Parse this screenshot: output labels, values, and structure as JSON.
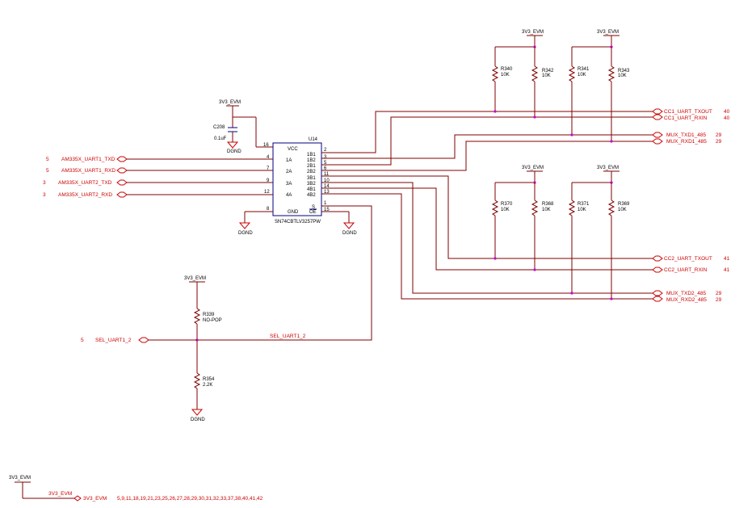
{
  "chip": {
    "ref": "U14",
    "part": "SN74CBTLV3257PW",
    "vcc": "VCC",
    "gnd": "GND",
    "s": "S",
    "oe": "OE",
    "pins_left": [
      {
        "num": "16",
        "name": ""
      },
      {
        "num": "4",
        "name": "1A"
      },
      {
        "num": "7",
        "name": "2A"
      },
      {
        "num": "9",
        "name": "3A"
      },
      {
        "num": "12",
        "name": "4A"
      },
      {
        "num": "8",
        "name": ""
      }
    ],
    "pins_right": [
      {
        "num": "2",
        "name": "1B1"
      },
      {
        "num": "3",
        "name": "1B2"
      },
      {
        "num": "5",
        "name": "2B1"
      },
      {
        "num": "6",
        "name": "2B2"
      },
      {
        "num": "11",
        "name": "3B1"
      },
      {
        "num": "10",
        "name": "3B2"
      },
      {
        "num": "14",
        "name": "4B1"
      },
      {
        "num": "13",
        "name": "4B2"
      },
      {
        "num": "1",
        "name": ""
      },
      {
        "num": "15",
        "name": ""
      }
    ]
  },
  "left_nets": [
    {
      "page": "5",
      "name": "AM335X_UART1_TXD"
    },
    {
      "page": "5",
      "name": "AM335X_UART1_RXD"
    },
    {
      "page": "3",
      "name": "AM335X_UART2_TXD"
    },
    {
      "page": "3",
      "name": "AM335X_UART2_RXD"
    }
  ],
  "right_nets": [
    {
      "name": "CC1_UART_TXOUT",
      "page": "40"
    },
    {
      "name": "CC1_UART_RXIN",
      "page": "40"
    },
    {
      "name": "MUX_TXD1_485",
      "page": "29"
    },
    {
      "name": "MUX_RXD1_485",
      "page": "29"
    },
    {
      "name": "CC2_UART_TXOUT",
      "page": "41"
    },
    {
      "name": "CC2_UART_RXIN",
      "page": "41"
    },
    {
      "name": "MUX_TXD2_485",
      "page": "29"
    },
    {
      "name": "MUX_RXD2_485",
      "page": "29"
    }
  ],
  "power": {
    "name": "3V3_EVM"
  },
  "ground": {
    "name": "DGND"
  },
  "cap": {
    "ref": "C208",
    "value": "0.1uF"
  },
  "resistors_top": [
    {
      "ref": "R340",
      "value": "10K"
    },
    {
      "ref": "R342",
      "value": "10K"
    },
    {
      "ref": "R341",
      "value": "10K"
    },
    {
      "ref": "R343",
      "value": "10K"
    }
  ],
  "resistors_mid": [
    {
      "ref": "R370",
      "value": "10K"
    },
    {
      "ref": "R368",
      "value": "10K"
    },
    {
      "ref": "R371",
      "value": "10K"
    },
    {
      "ref": "R369",
      "value": "10K"
    }
  ],
  "r339": {
    "ref": "R339",
    "value": "NO-POP"
  },
  "r354": {
    "ref": "R354",
    "value": "2.2K"
  },
  "sel": {
    "page": "5",
    "name": "SEL_UART1_2",
    "wire_label": "SEL_UART1_2"
  },
  "power_ref": {
    "title": "3V3_EVM",
    "wire_label": "3V3_EVM",
    "port": "3V3_EVM",
    "pages": "5,9,11,18,19,21,23,25,26,27,28,29,30,31,32,33,37,38,40,41,42"
  }
}
